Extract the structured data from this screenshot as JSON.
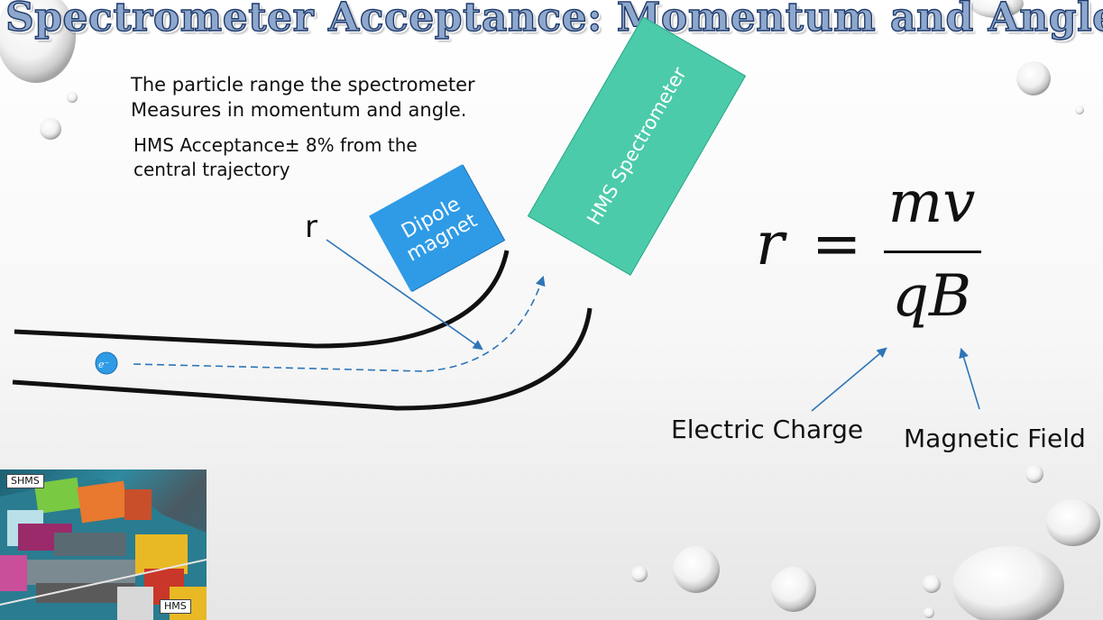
{
  "title": "Spectrometer Acceptance: Momentum and Angle",
  "description": [
    "The particle range the spectrometer",
    "Measures in momentum and angle."
  ],
  "acceptance": [
    "HMS Acceptance± 8% from the",
    "central trajectory"
  ],
  "r_label": "r",
  "dipole": {
    "line1": "Dipole",
    "line2": "magnet",
    "color": "#2f9be6"
  },
  "hms_block": {
    "label": "HMS Spectrometer",
    "color": "#4ccbaa"
  },
  "electron": {
    "label": "e⁻",
    "color": "#2f9be6"
  },
  "formula": {
    "lhs": "r",
    "eq": "=",
    "numerator": "mv",
    "denominator": "qB"
  },
  "labels": {
    "charge": "Electric Charge",
    "field": "Magnetic Field"
  },
  "photo": {
    "tag_shms": "SHMS",
    "tag_hms": "HMS"
  },
  "colors": {
    "arrow": "#2e75b6",
    "beam": "#111111"
  }
}
